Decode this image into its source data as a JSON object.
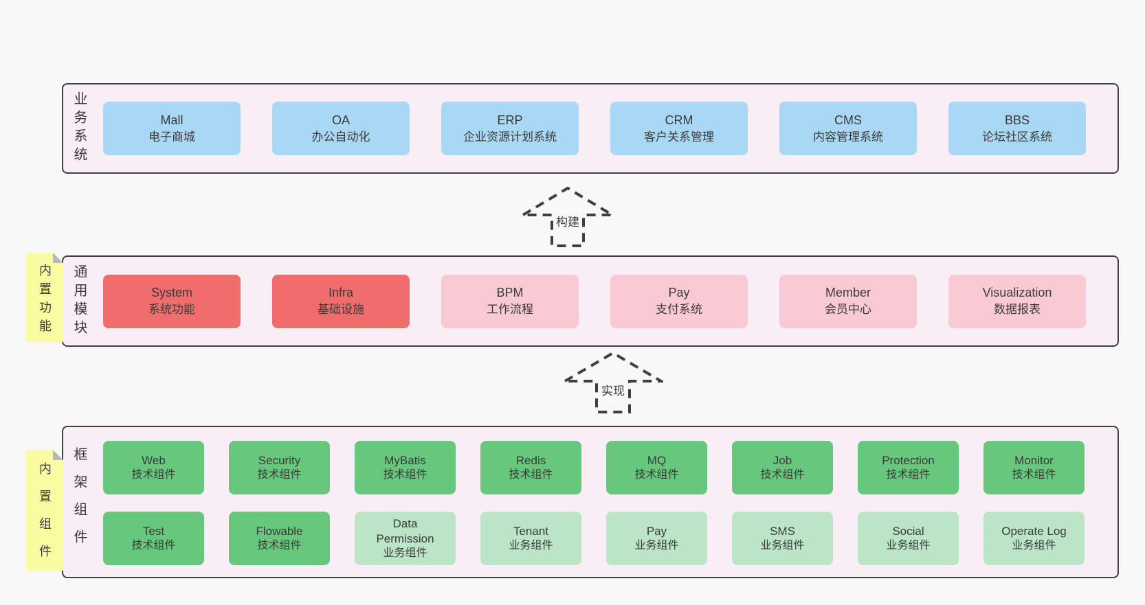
{
  "palette": {
    "page_bg": "#f8f8f8",
    "band_bg": "#f9edf6",
    "band_border": "#3f3f3f",
    "box_blue": "#a8d8f4",
    "box_red": "#f16c6c",
    "box_pink": "#facad4",
    "box_green": "#67c87d",
    "box_green_light": "#bce5c7",
    "sticky_yellow": "#fbfba2",
    "sticky_fold": "#b4b8bc",
    "text": "#3a3a3a"
  },
  "bands": [
    {
      "label": "业务系统",
      "items": [
        {
          "en": "Mall",
          "zh": "电子商城"
        },
        {
          "en": "OA",
          "zh": "办公自动化"
        },
        {
          "en": "ERP",
          "zh": "企业资源计划系统"
        },
        {
          "en": "CRM",
          "zh": "客户关系管理"
        },
        {
          "en": "CMS",
          "zh": "内容管理系统"
        },
        {
          "en": "BBS",
          "zh": "论坛社区系统"
        }
      ]
    },
    {
      "label": "通用模块",
      "sticky": "内置功能",
      "items": [
        {
          "en": "System",
          "zh": "系统功能"
        },
        {
          "en": "Infra",
          "zh": "基础设施"
        },
        {
          "en": "BPM",
          "zh": "工作流程"
        },
        {
          "en": "Pay",
          "zh": "支付系统"
        },
        {
          "en": "Member",
          "zh": "会员中心"
        },
        {
          "en": "Visualization",
          "zh": "数据报表"
        }
      ]
    },
    {
      "label": "框架组件",
      "sticky": "内置组件",
      "items": [
        {
          "en": "Web",
          "zh": "技术组件"
        },
        {
          "en": "Security",
          "zh": "技术组件"
        },
        {
          "en": "MyBatis",
          "zh": "技术组件"
        },
        {
          "en": "Redis",
          "zh": "技术组件"
        },
        {
          "en": "MQ",
          "zh": "技术组件"
        },
        {
          "en": "Job",
          "zh": "技术组件"
        },
        {
          "en": "Protection",
          "zh": "技术组件"
        },
        {
          "en": "Monitor",
          "zh": "技术组件"
        },
        {
          "en": "Test",
          "zh": "技术组件"
        },
        {
          "en": "Flowable",
          "zh": "技术组件"
        },
        {
          "en": "Data\nPermission",
          "zh": "业务组件"
        },
        {
          "en": "Tenant",
          "zh": "业务组件"
        },
        {
          "en": "Pay",
          "zh": "业务组件"
        },
        {
          "en": "SMS",
          "zh": "业务组件"
        },
        {
          "en": "Social",
          "zh": "业务组件"
        },
        {
          "en": "Operate Log",
          "zh": "业务组件"
        }
      ]
    }
  ],
  "arrows": [
    {
      "label": "构建"
    },
    {
      "label": "实现"
    }
  ]
}
